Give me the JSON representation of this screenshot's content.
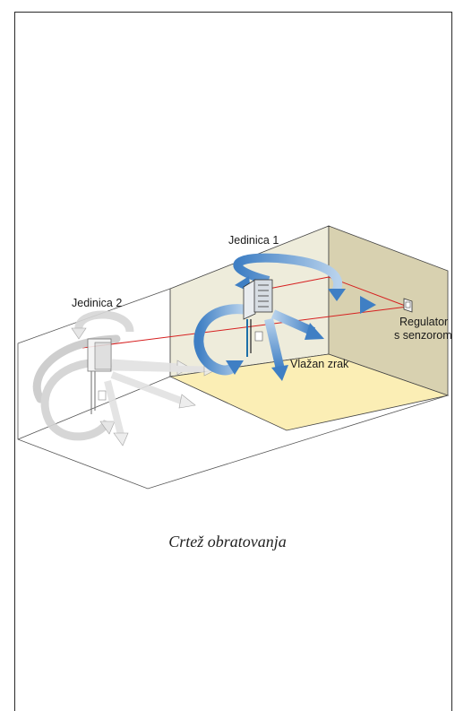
{
  "labels": {
    "unit1": "Jedinica 1",
    "unit2": "Jedinica 2",
    "regulator_line1": "Regulator",
    "regulator_line2": "s senzorom",
    "humid_air": "Vlažan zrak"
  },
  "caption": "Crtež obratovanja",
  "colors": {
    "floor": "#fbeeb5",
    "back_wall": "#eeecdb",
    "side_wall": "#d8d1b0",
    "arrow_blue": "#4a86c8",
    "sensor_line": "#d62020"
  }
}
